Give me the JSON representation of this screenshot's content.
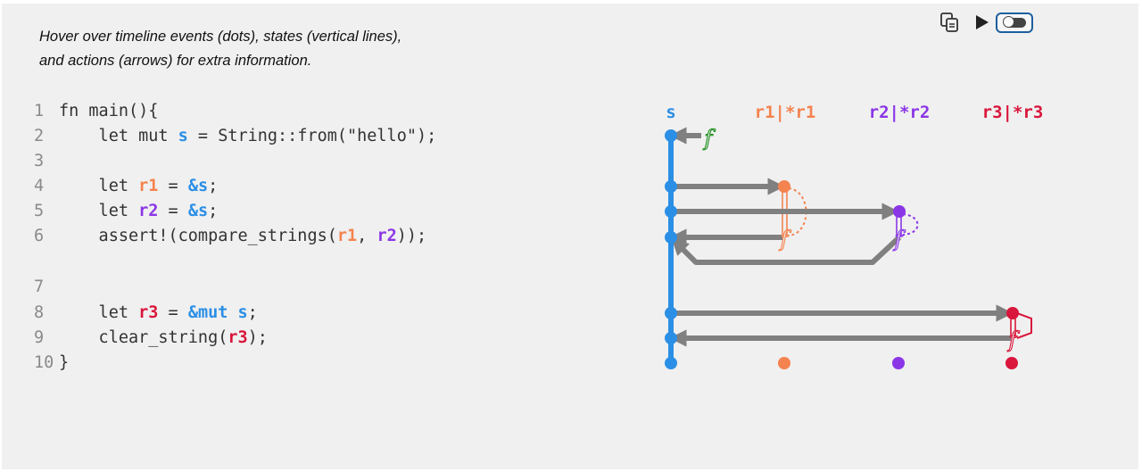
{
  "instructions": {
    "line1": "Hover over timeline events (dots), states (vertical lines),",
    "line2": "and actions (arrows) for extra information."
  },
  "toolbar": {
    "copy_icon": "copy-icon",
    "play_icon": "play-icon",
    "toggle_icon": "toggle-switch-icon"
  },
  "code": {
    "lines": [
      {
        "n": "1",
        "parts": [
          {
            "t": "fn main(){"
          }
        ]
      },
      {
        "n": "2",
        "parts": [
          {
            "t": "    let mut "
          },
          {
            "t": "s",
            "c": "s"
          },
          {
            "t": " = String::from(\"hello\");"
          }
        ]
      },
      {
        "n": "3",
        "parts": []
      },
      {
        "n": "4",
        "parts": [
          {
            "t": "    let "
          },
          {
            "t": "r1",
            "c": "r1"
          },
          {
            "t": " = "
          },
          {
            "t": "&s",
            "c": "op"
          },
          {
            "t": ";"
          }
        ]
      },
      {
        "n": "5",
        "parts": [
          {
            "t": "    let "
          },
          {
            "t": "r2",
            "c": "r2"
          },
          {
            "t": " = "
          },
          {
            "t": "&s",
            "c": "op"
          },
          {
            "t": ";"
          }
        ]
      },
      {
        "n": "6",
        "parts": [
          {
            "t": "    assert!(compare_strings("
          },
          {
            "t": "r1",
            "c": "r1"
          },
          {
            "t": ", "
          },
          {
            "t": "r2",
            "c": "r2"
          },
          {
            "t": "));"
          }
        ]
      },
      {
        "n": "7",
        "parts": [],
        "gap": true
      },
      {
        "n": "8",
        "parts": [
          {
            "t": "    let "
          },
          {
            "t": "r3",
            "c": "r3"
          },
          {
            "t": " = "
          },
          {
            "t": "&mut s",
            "c": "op"
          },
          {
            "t": ";"
          }
        ]
      },
      {
        "n": "9",
        "parts": [
          {
            "t": "    clear_string("
          },
          {
            "t": "r3",
            "c": "r3"
          },
          {
            "t": ");"
          }
        ]
      },
      {
        "n": "10",
        "parts": [
          {
            "t": "}"
          }
        ]
      }
    ]
  },
  "diagram": {
    "columns": [
      {
        "label": "s",
        "color": "#2b8fe6"
      },
      {
        "label": "r1|*r1",
        "color": "#f4834f"
      },
      {
        "label": "r2|*r2",
        "color": "#8b36e6"
      },
      {
        "label": "r3|*r3",
        "color": "#d9163b"
      }
    ],
    "function_glyph": "f",
    "arrow_color": "#808080",
    "fn_color": "#1d8f1d"
  }
}
